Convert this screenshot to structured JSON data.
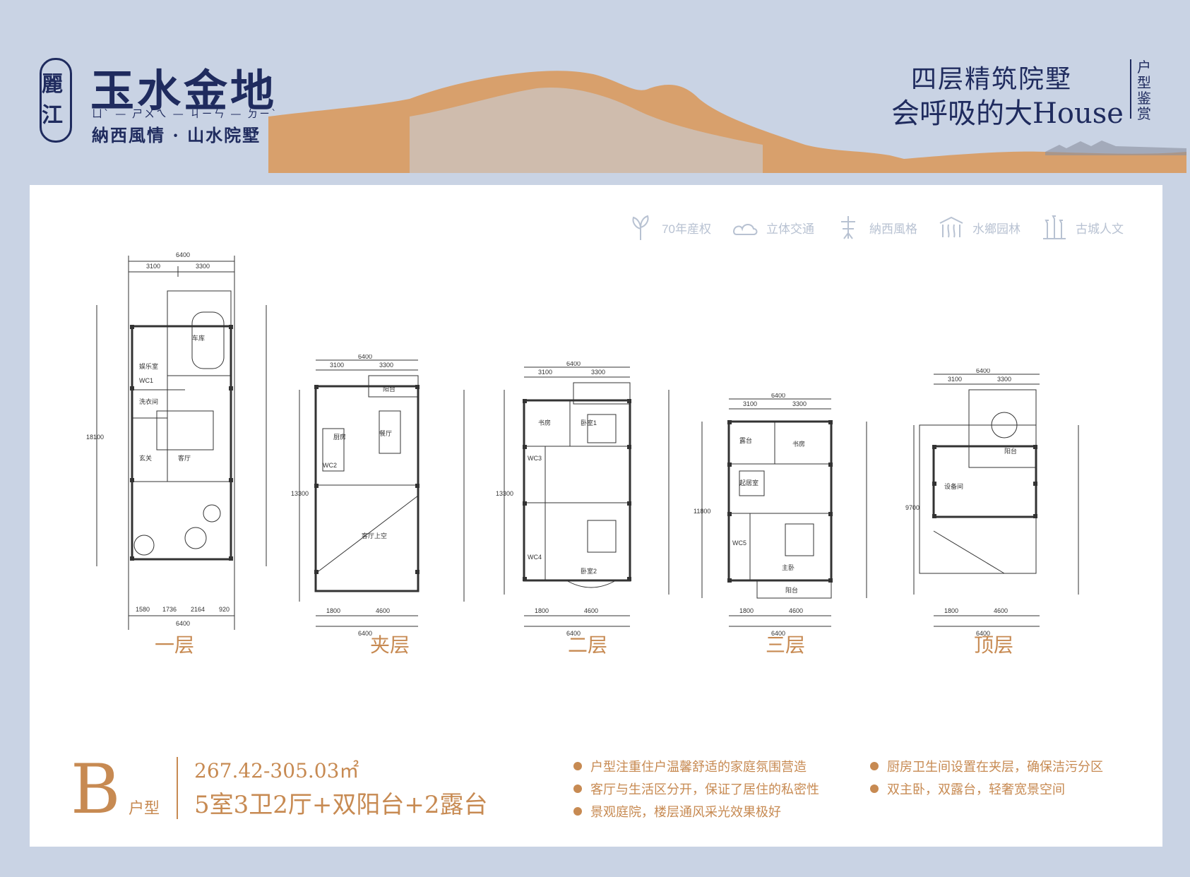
{
  "header": {
    "seal": "麗江",
    "brand": "玉水金地",
    "dongba": "ㄩ` — ㄕㄨㄟ — ㄐㄧㄣ — ㄉㄧˋ",
    "subtitle": "納西風情 · 山水院墅",
    "tagline1": "四层精筑院墅",
    "tagline2": "会呼吸的大House",
    "tag_vertical": "户型鉴赏"
  },
  "features": [
    {
      "icon": "plant-icon",
      "label": "70年産权"
    },
    {
      "icon": "cloud-icon",
      "label": "立体交通"
    },
    {
      "icon": "dongba-figure-icon",
      "label": "納西風格"
    },
    {
      "icon": "garden-icon",
      "label": "水鄉园林"
    },
    {
      "icon": "ancient-town-icon",
      "label": "古城人文"
    }
  ],
  "plans": [
    {
      "label": "一层",
      "dim_top": "6400",
      "dim_top_a": "3100",
      "dim_top_b": "3300",
      "dim_bottom": "6400",
      "dim_side": "18100",
      "dim_bottom_parts": [
        "1580",
        "1736",
        "2164",
        "920"
      ],
      "rooms": [
        "车库",
        "娱乐室",
        "WC1",
        "洗衣间",
        "客厅",
        "玄关"
      ]
    },
    {
      "label": "夹层",
      "dim_top": "6400",
      "dim_top_a": "3100",
      "dim_top_b": "3300",
      "dim_bottom": "6400",
      "dim_side": "13300",
      "dim_bottom_parts": [
        "1800",
        "4600"
      ],
      "rooms": [
        "阳台",
        "厨房",
        "餐厅",
        "WC2",
        "客厅上空"
      ]
    },
    {
      "label": "二层",
      "dim_top": "6400",
      "dim_top_a": "3100",
      "dim_top_b": "3300",
      "dim_bottom": "6400",
      "dim_side": "13300",
      "dim_bottom_parts": [
        "1800",
        "4600"
      ],
      "rooms": [
        "书房",
        "卧室1",
        "WC3",
        "WC4",
        "卧室2"
      ]
    },
    {
      "label": "三层",
      "dim_top": "6400",
      "dim_top_a": "3100",
      "dim_top_b": "3300",
      "dim_bottom": "6400",
      "dim_side": "11800",
      "dim_bottom_parts": [
        "1800",
        "4600"
      ],
      "rooms": [
        "露台",
        "书房",
        "起居室",
        "WC5",
        "主卧",
        "阳台"
      ]
    },
    {
      "label": "顶层",
      "dim_top": "6400",
      "dim_top_a": "3100",
      "dim_top_b": "3300",
      "dim_bottom": "6400",
      "dim_side": "9700",
      "dim_bottom_parts": [
        "1800",
        "4600"
      ],
      "rooms": [
        "设备间",
        "阳台"
      ]
    }
  ],
  "summary": {
    "type_letter": "B",
    "type_word": "户型",
    "area": "267.42-305.03㎡",
    "rooms": "5室3卫2厅+双阳台+2露台"
  },
  "bullets": [
    "户型注重住户温馨舒适的家庭氛围营造",
    "厨房卫生间设置在夹层，确保洁污分区",
    "客厅与生活区分开，保证了居住的私密性",
    "双主卧，双露台，轻奢宽景空间",
    "景观庭院，楼层通风采光效果极好"
  ],
  "colors": {
    "accent": "#c78a52",
    "navy": "#1f2b5e",
    "background": "#c9d3e4"
  }
}
